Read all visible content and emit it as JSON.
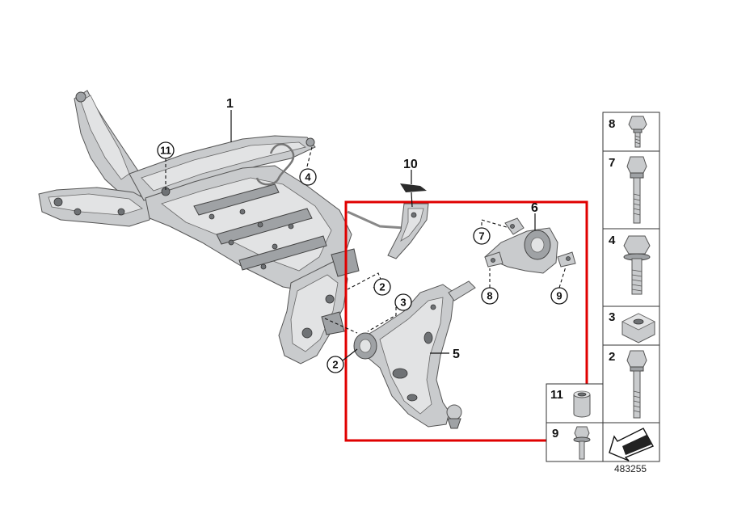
{
  "diagram": {
    "reference_number": "483255",
    "labels": {
      "subframe": "1",
      "bushing_mount": "6",
      "control_arm": "5",
      "mount_pad": "10"
    },
    "callouts": {
      "c11": "11",
      "c4": "4",
      "c2a": "2",
      "c2b": "2",
      "c3": "3",
      "c7": "7",
      "c8": "8",
      "c9": "9"
    },
    "parts_panel": {
      "items": [
        "8",
        "7",
        "4",
        "3",
        "2",
        "11",
        "9"
      ]
    },
    "highlight_color": "#e00000"
  }
}
